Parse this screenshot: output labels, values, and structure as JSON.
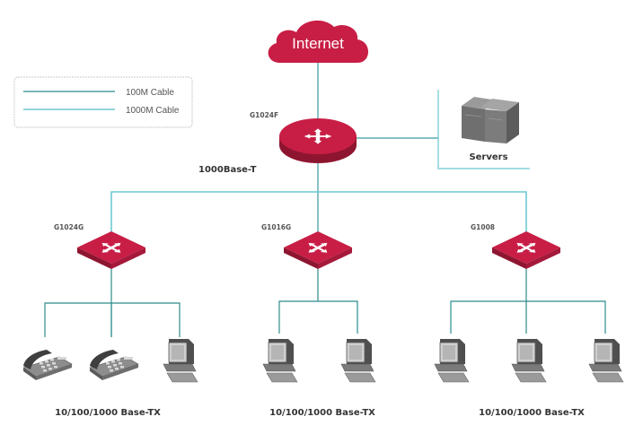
{
  "colors": {
    "device_red": "#c81e45",
    "device_red_dark": "#8e1530",
    "cable_100m": "#2e8b8b",
    "cable_1000m": "#6cc9d0",
    "device_gray": "#8a8a8a",
    "label_text": "#333333"
  },
  "legend": {
    "items": [
      {
        "label": "100M Cable",
        "color": "#2e8b8b"
      },
      {
        "label": "1000M Cable",
        "color": "#6cc9d0"
      }
    ]
  },
  "internet": {
    "label": "Internet",
    "icon": "cloud-icon"
  },
  "core_router": {
    "model": "G1024F",
    "icon": "router-icon",
    "uplink_label": "1000Base-T"
  },
  "servers": {
    "label": "Servers",
    "icon": "server-icon"
  },
  "switches": [
    {
      "model": "G1024G",
      "icon": "switch-icon",
      "downlink_label": "10/100/1000 Base-TX",
      "devices": [
        "ip-phone-icon",
        "ip-phone-icon",
        "computer-icon"
      ]
    },
    {
      "model": "G1016G",
      "icon": "switch-icon",
      "downlink_label": "10/100/1000 Base-TX",
      "devices": [
        "computer-icon",
        "computer-icon"
      ]
    },
    {
      "model": "G1008",
      "icon": "switch-icon",
      "downlink_label": "10/100/1000 Base-TX",
      "devices": [
        "computer-icon",
        "computer-icon",
        "computer-icon"
      ]
    }
  ]
}
